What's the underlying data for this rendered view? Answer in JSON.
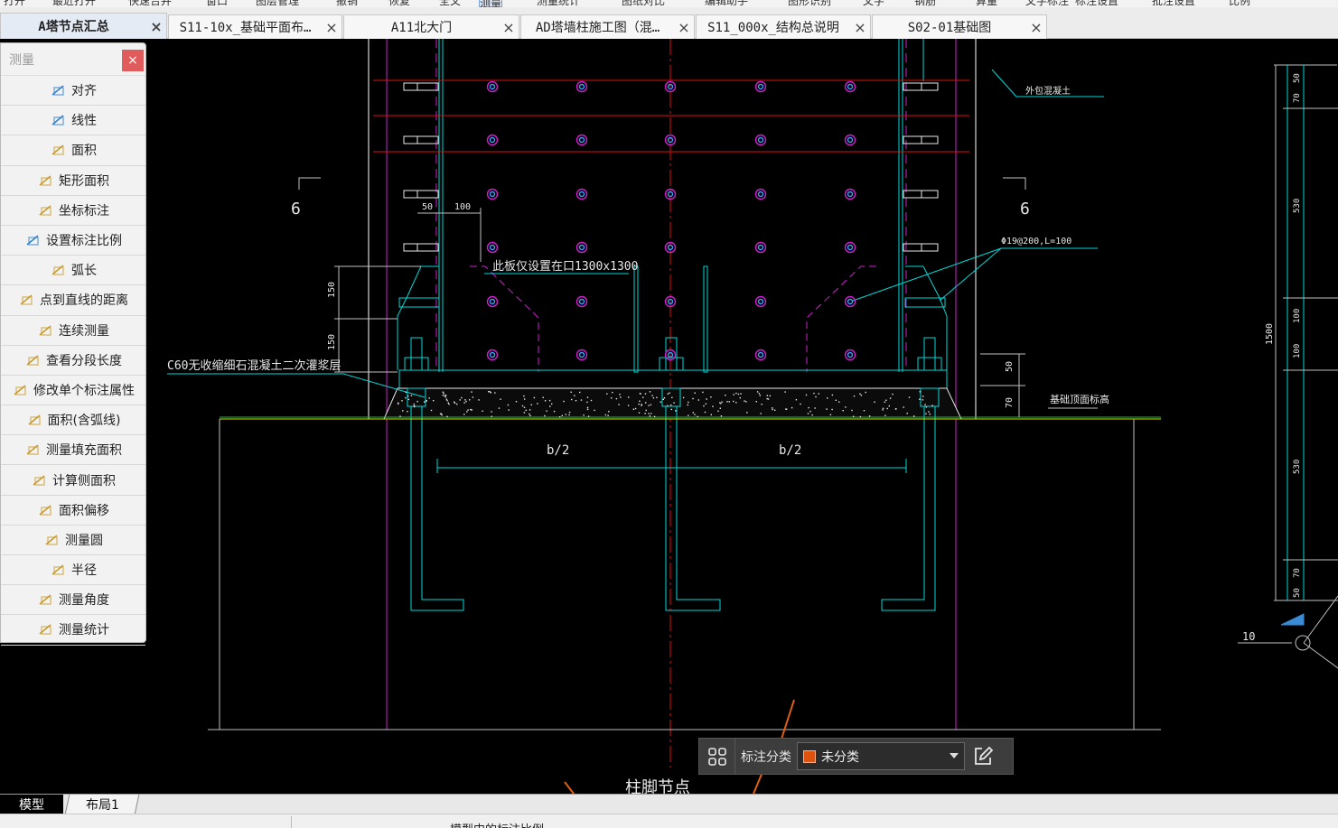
{
  "menu": {
    "items": [
      "打开",
      "最近打开",
      "快速合并",
      "窗口",
      "图层管理",
      "撤销",
      "恢复",
      "全文",
      "测量",
      "测量统计",
      "图纸对比",
      "编辑助手",
      "图形识别",
      "文字",
      "钢筋",
      "算量",
      "文字标注",
      "标注设置",
      "批注设置",
      "比例"
    ],
    "active_index": 8
  },
  "tabs": [
    {
      "label": "A塔节点汇总",
      "active": true
    },
    {
      "label": "S11-10x_基础平面布…",
      "active": false
    },
    {
      "label": "A11北大门",
      "active": false
    },
    {
      "label": "AD塔墙柱施工图（混…",
      "active": false
    },
    {
      "label": "S11_000x_结构总说明",
      "active": false
    },
    {
      "label": "S02-01基础图",
      "active": false
    }
  ],
  "measure_panel": {
    "title": "测量",
    "close_glyph": "×",
    "tools": [
      {
        "label": "对齐",
        "icon": "align-measure-icon"
      },
      {
        "label": "线性",
        "icon": "linear-measure-icon"
      },
      {
        "label": "面积",
        "icon": "area-icon"
      },
      {
        "label": "矩形面积",
        "icon": "rect-area-icon"
      },
      {
        "label": "坐标标注",
        "icon": "coordinate-icon"
      },
      {
        "label": "设置标注比例",
        "icon": "scale-icon"
      },
      {
        "label": "弧长",
        "icon": "arc-length-icon"
      },
      {
        "label": "点到直线的距离",
        "icon": "point-line-distance-icon"
      },
      {
        "label": "连续测量",
        "icon": "continuous-measure-icon"
      },
      {
        "label": "查看分段长度",
        "icon": "segment-length-icon"
      },
      {
        "label": "修改单个标注属性",
        "icon": "edit-annotation-icon"
      },
      {
        "label": "面积(含弧线)",
        "icon": "arc-area-icon"
      },
      {
        "label": "测量填充面积",
        "icon": "fill-area-icon"
      },
      {
        "label": "计算侧面积",
        "icon": "side-area-icon"
      },
      {
        "label": "面积偏移",
        "icon": "area-offset-icon"
      },
      {
        "label": "测量圆",
        "icon": "circle-measure-icon"
      },
      {
        "label": "半径",
        "icon": "radius-icon"
      },
      {
        "label": "测量角度",
        "icon": "angle-icon"
      },
      {
        "label": "测量统计",
        "icon": "statistics-icon"
      }
    ]
  },
  "drawing": {
    "section_mark_left": "6",
    "section_mark_right": "6",
    "dim_50": "50",
    "dim_100": "100",
    "note_opening": "此板仅设置在口1300x1300",
    "note_rebar": "Φ19@200,L=100",
    "note_grout": "C60无收缩细石混凝土二次灌浆层",
    "note_top": "外包混凝土",
    "note_base": "基础顶面标高",
    "dim_150_a": "150",
    "dim_150_b": "150",
    "dim_right_50": "50",
    "dim_right_70": "70",
    "half_b_left": "b/2",
    "half_b_right": "b/2",
    "caption": "柱脚节点",
    "side_dims": [
      "50",
      "70",
      "530",
      "100",
      "100",
      "530",
      "70",
      "50"
    ],
    "side_total": "1500",
    "axis_label": "10"
  },
  "annotation_bar": {
    "label": "标注分类",
    "selected": "未分类",
    "swatch_color": "#e0530f",
    "icon_left": "grid-icon",
    "icon_right": "edit-icon"
  },
  "layout_tabs": {
    "model": "模型",
    "layout1": "布局1"
  },
  "status": {
    "text": "模型中的标注比例"
  }
}
